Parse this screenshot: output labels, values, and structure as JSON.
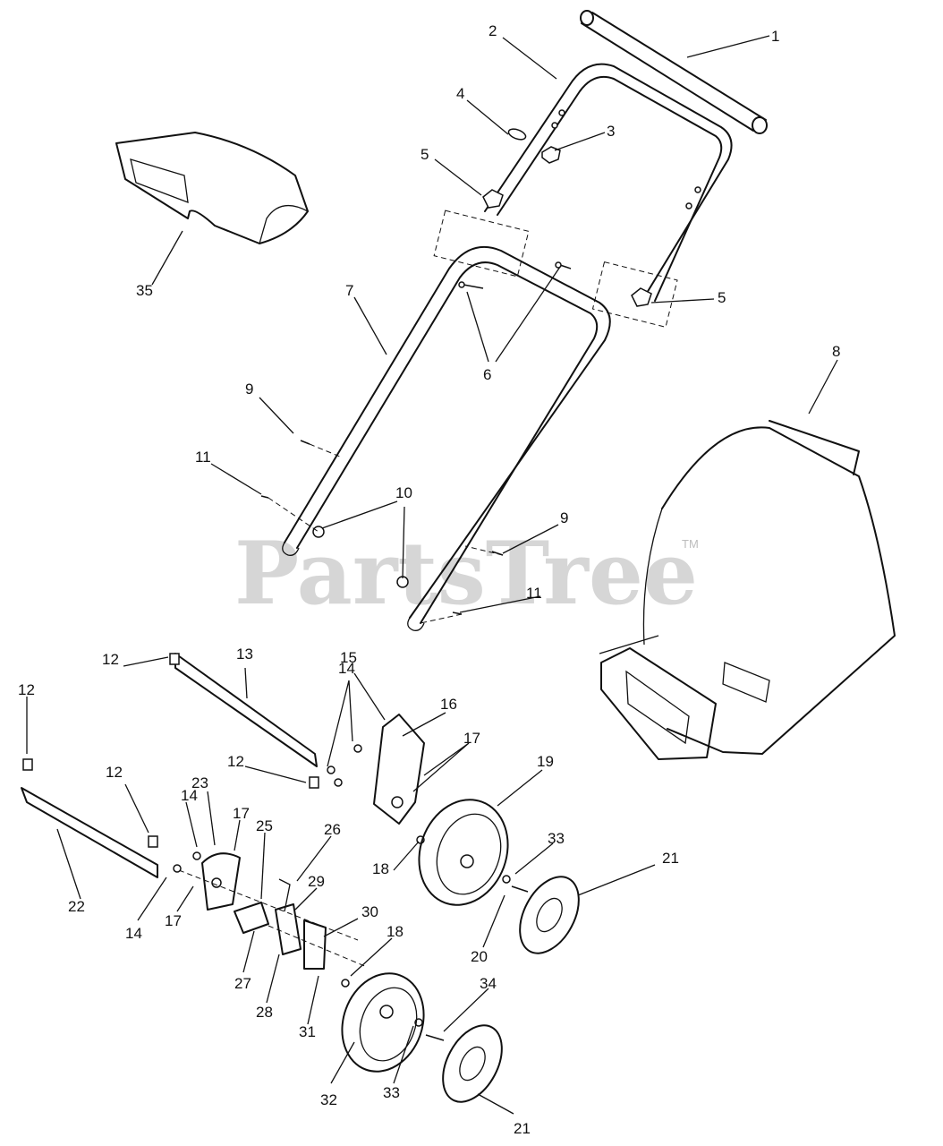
{
  "watermark": {
    "text": "PartsTree",
    "trademark": "TM"
  },
  "callouts": [
    {
      "id": "c1",
      "label": "1"
    },
    {
      "id": "c2",
      "label": "2"
    },
    {
      "id": "c3",
      "label": "3"
    },
    {
      "id": "c4",
      "label": "4"
    },
    {
      "id": "c5a",
      "label": "5"
    },
    {
      "id": "c5b",
      "label": "5"
    },
    {
      "id": "c6",
      "label": "6"
    },
    {
      "id": "c7",
      "label": "7"
    },
    {
      "id": "c8",
      "label": "8"
    },
    {
      "id": "c9a",
      "label": "9"
    },
    {
      "id": "c9b",
      "label": "9"
    },
    {
      "id": "c10",
      "label": "10"
    },
    {
      "id": "c11a",
      "label": "11"
    },
    {
      "id": "c11b",
      "label": "11"
    },
    {
      "id": "c12a",
      "label": "12"
    },
    {
      "id": "c12b",
      "label": "12"
    },
    {
      "id": "c12c",
      "label": "12"
    },
    {
      "id": "c12d",
      "label": "12"
    },
    {
      "id": "c13",
      "label": "13"
    },
    {
      "id": "c14a",
      "label": "14"
    },
    {
      "id": "c14b",
      "label": "14"
    },
    {
      "id": "c14c",
      "label": "14"
    },
    {
      "id": "c15",
      "label": "15"
    },
    {
      "id": "c16",
      "label": "16"
    },
    {
      "id": "c17a",
      "label": "17"
    },
    {
      "id": "c17b",
      "label": "17"
    },
    {
      "id": "c17c",
      "label": "17"
    },
    {
      "id": "c18a",
      "label": "18"
    },
    {
      "id": "c18b",
      "label": "18"
    },
    {
      "id": "c19",
      "label": "19"
    },
    {
      "id": "c20",
      "label": "20"
    },
    {
      "id": "c21a",
      "label": "21"
    },
    {
      "id": "c21b",
      "label": "21"
    },
    {
      "id": "c22",
      "label": "22"
    },
    {
      "id": "c23",
      "label": "23"
    },
    {
      "id": "c25",
      "label": "25"
    },
    {
      "id": "c26",
      "label": "26"
    },
    {
      "id": "c27",
      "label": "27"
    },
    {
      "id": "c28",
      "label": "28"
    },
    {
      "id": "c29",
      "label": "29"
    },
    {
      "id": "c30",
      "label": "30"
    },
    {
      "id": "c31",
      "label": "31"
    },
    {
      "id": "c32",
      "label": "32"
    },
    {
      "id": "c33a",
      "label": "33"
    },
    {
      "id": "c33b",
      "label": "33"
    },
    {
      "id": "c34",
      "label": "34"
    },
    {
      "id": "c35",
      "label": "35"
    }
  ]
}
